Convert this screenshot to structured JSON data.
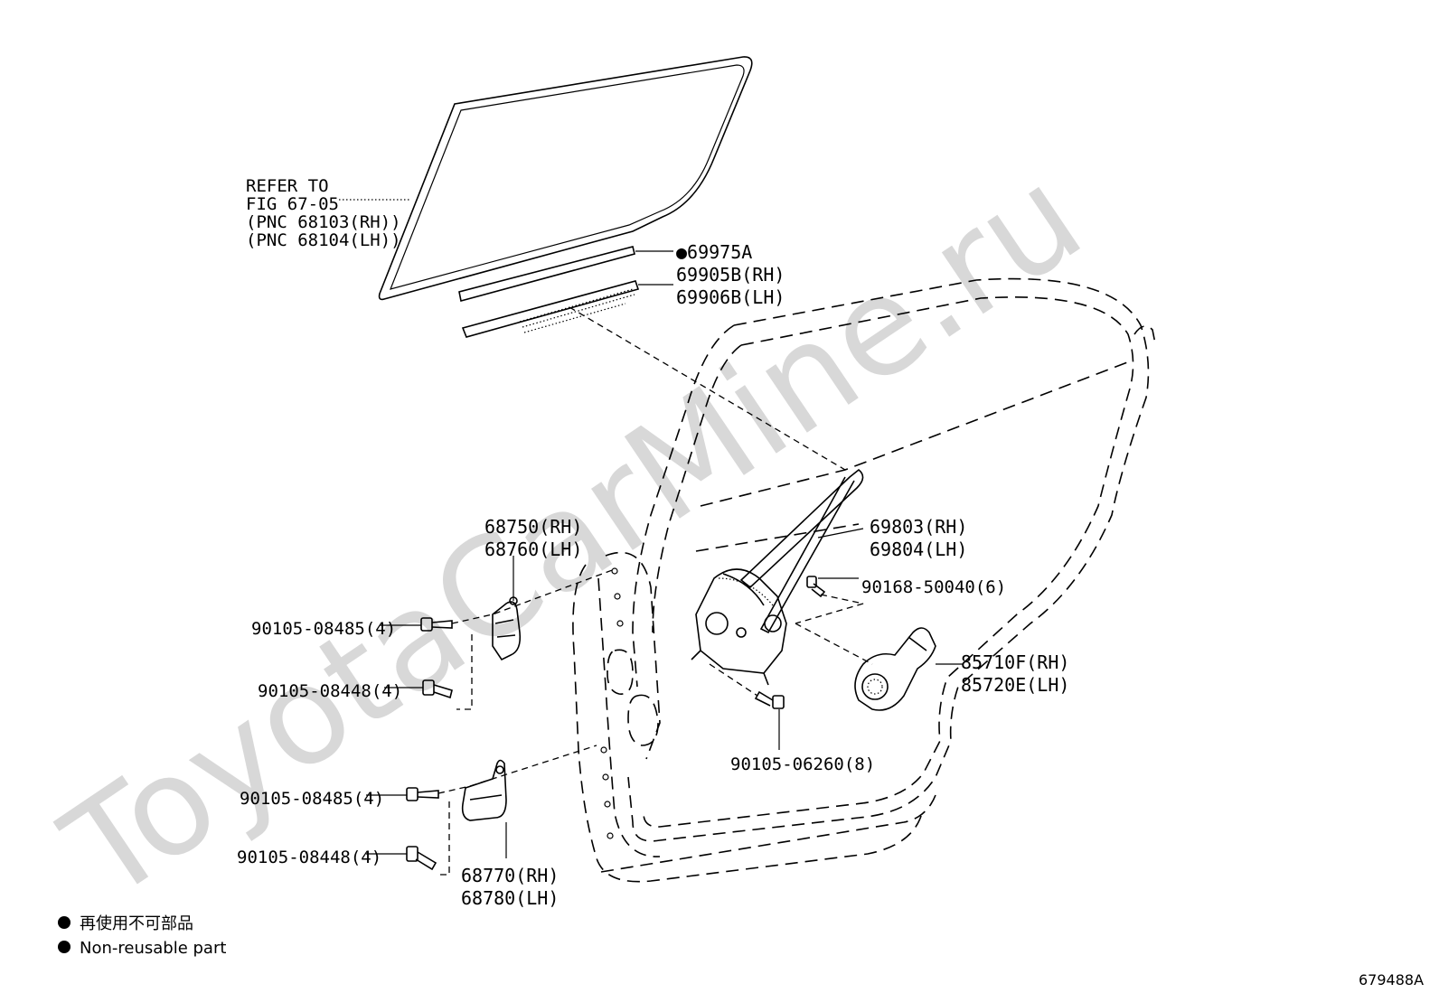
{
  "watermark": "ToyotaCarMine.ru",
  "refer": {
    "line1": "REFER TO",
    "line2": "FIG 67-05",
    "line3": "(PNC 68103(RH))",
    "line4": "(PNC 68104(LH))"
  },
  "parts": {
    "p69975A": "●69975A",
    "p69905B": "69905B(RH)",
    "p69906B": "69906B(LH)",
    "p68750": "68750(RH)",
    "p68760": "68760(LH)",
    "p69803": "69803(RH)",
    "p69804": "69804(LH)",
    "p90168": "90168-50040(6)",
    "p85710F": "85710F(RH)",
    "p85720E": "85720E(LH)",
    "p90105_08485_a": "90105-08485(4)",
    "p90105_08448_a": "90105-08448(4)",
    "p90105_06260": "90105-06260(8)",
    "p90105_08485_b": "90105-08485(4)",
    "p90105_08448_b": "90105-08448(4)",
    "p68770": "68770(RH)",
    "p68780": "68780(LH)"
  },
  "legend": {
    "jp": "再使用不可部品",
    "en": "Non-reusable part"
  },
  "figure_id": "679488A"
}
